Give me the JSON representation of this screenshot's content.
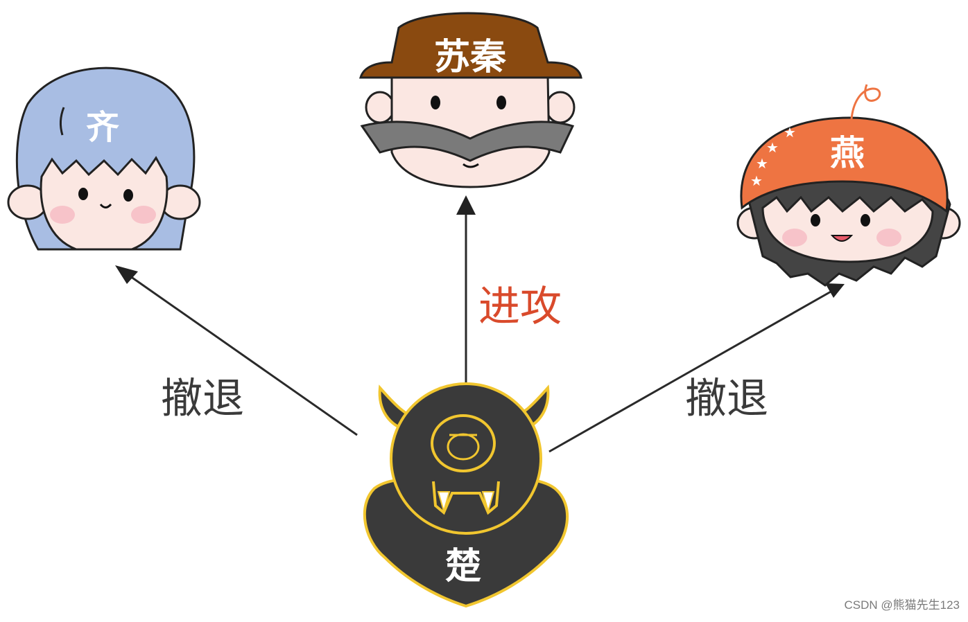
{
  "nodes": {
    "qi": {
      "label": "齐",
      "hair_color": "#a8bde3"
    },
    "suqin": {
      "label": "苏秦",
      "hat_color": "#8a4a10"
    },
    "yan": {
      "label": "燕",
      "hat_color": "#ee7442"
    },
    "chu": {
      "label": "楚",
      "body_color": "#3a3a3a",
      "outline_color": "#f1c62f"
    }
  },
  "edges": {
    "to_qi": {
      "label": "撤退",
      "color": "#3a3a3a"
    },
    "to_suqin": {
      "label": "进攻",
      "color": "#d94a2b"
    },
    "to_yan": {
      "label": "撤退",
      "color": "#3a3a3a"
    }
  },
  "watermark": "CSDN @熊猫先生123"
}
